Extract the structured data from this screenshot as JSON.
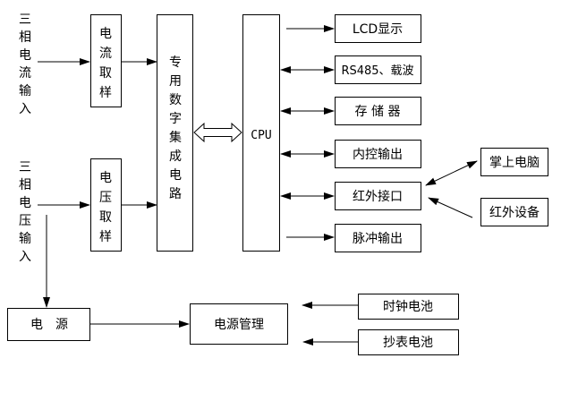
{
  "inputs": {
    "current_input": [
      "三",
      "相",
      "电",
      "流",
      "输",
      "入"
    ],
    "voltage_input": [
      "三",
      "相",
      "电",
      "压",
      "输",
      "入"
    ]
  },
  "blocks": {
    "current_sampling": [
      "电",
      "流",
      "取",
      "样"
    ],
    "voltage_sampling": [
      "电",
      "压",
      "取",
      "样"
    ],
    "asic": [
      "专",
      "用",
      "数",
      "字",
      "集",
      "成",
      "电",
      "路"
    ],
    "cpu": "CPU",
    "lcd": "LCD显示",
    "rs485": "RS485、载波",
    "memory": "存 储 器",
    "internal_control": "内控输出",
    "infrared_port": "红外接口",
    "pulse_output": "脉冲输出",
    "handheld_pc": "掌上电脑",
    "infrared_device": "红外设备",
    "power_supply": "电　源",
    "power_management": "电源管理",
    "clock_battery": "时钟电池",
    "meter_battery": "抄表电池"
  },
  "colors": {
    "stroke": "#000000",
    "background": "#ffffff"
  }
}
